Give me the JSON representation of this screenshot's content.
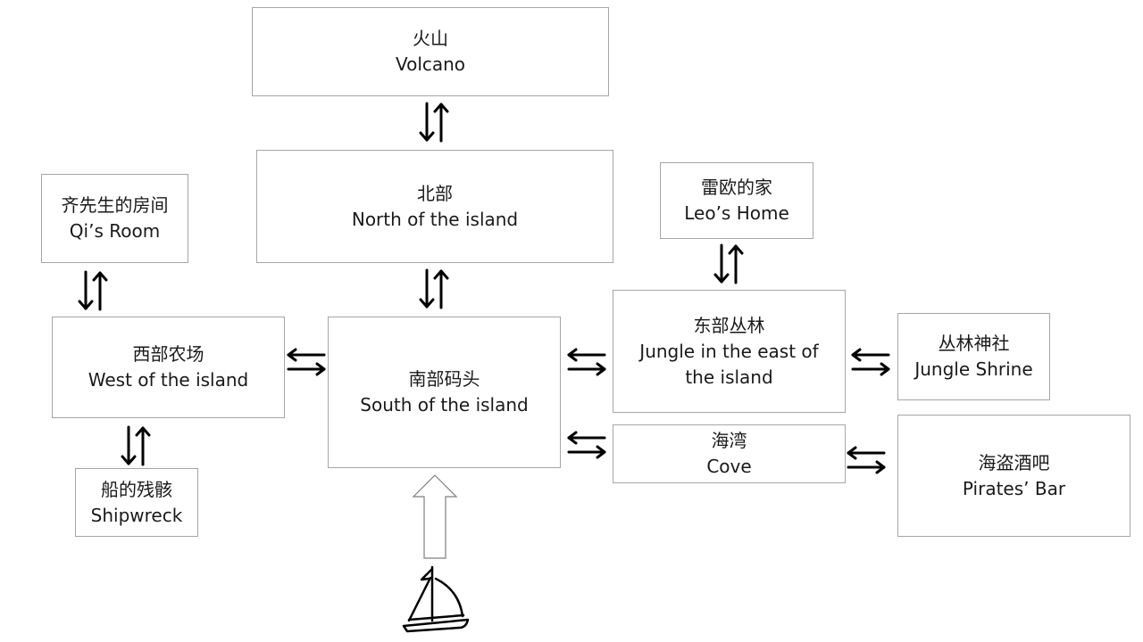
{
  "diagram": {
    "type": "island-location-map",
    "locations": {
      "volcano": {
        "zh": "火山",
        "en": "Volcano"
      },
      "north": {
        "zh": "北部",
        "en": "North of the island"
      },
      "qi_room": {
        "zh": "齐先生的房间",
        "en": "Qi’s Room"
      },
      "west": {
        "zh": "西部农场",
        "en": "West of the island"
      },
      "south": {
        "zh": "南部码头",
        "en": "South of the island"
      },
      "shipwreck": {
        "zh": "船的残骸",
        "en": "Shipwreck"
      },
      "leo_home": {
        "zh": "雷欧的家",
        "en": "Leo’s Home"
      },
      "east_jungle": {
        "zh": "东部丛林",
        "en": "Jungle in the east of the island"
      },
      "jungle_shrine": {
        "zh": "丛林神社",
        "en": "Jungle Shrine"
      },
      "cove": {
        "zh": "海湾",
        "en": "Cove"
      },
      "pirates_bar": {
        "zh": "海盗酒吧",
        "en": "Pirates’ Bar"
      }
    },
    "connections": [
      {
        "from": "volcano",
        "to": "north",
        "type": "bidirectional"
      },
      {
        "from": "north",
        "to": "south",
        "type": "bidirectional"
      },
      {
        "from": "qi_room",
        "to": "west",
        "type": "bidirectional"
      },
      {
        "from": "west",
        "to": "shipwreck",
        "type": "bidirectional"
      },
      {
        "from": "west",
        "to": "south",
        "type": "bidirectional"
      },
      {
        "from": "south",
        "to": "east_jungle",
        "type": "bidirectional"
      },
      {
        "from": "south",
        "to": "cove",
        "type": "bidirectional"
      },
      {
        "from": "leo_home",
        "to": "east_jungle",
        "type": "bidirectional"
      },
      {
        "from": "east_jungle",
        "to": "jungle_shrine",
        "type": "bidirectional"
      },
      {
        "from": "cove",
        "to": "pirates_bar",
        "type": "bidirectional"
      }
    ],
    "entry": {
      "icon": "sailboat-icon",
      "to": "south",
      "arrow": "hollow-up-arrow"
    }
  }
}
